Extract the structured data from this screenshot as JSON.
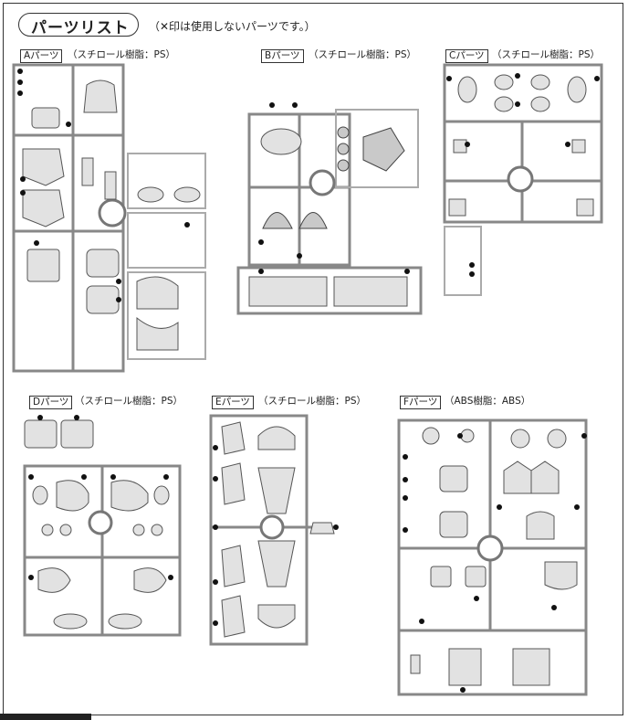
{
  "header": {
    "title": "パーツリスト",
    "note": "（✕印は使用しないパーツです。）"
  },
  "sections": [
    {
      "id": "A",
      "label": "Aパーツ",
      "material": "（スチロール樹脂：PS）"
    },
    {
      "id": "B",
      "label": "Bパーツ",
      "material": "（スチロール樹脂：PS）"
    },
    {
      "id": "C",
      "label": "Cパーツ",
      "material": "（スチロール樹脂：PS）"
    },
    {
      "id": "D",
      "label": "Dパーツ",
      "material": "（スチロール樹脂：PS）"
    },
    {
      "id": "E",
      "label": "Eパーツ",
      "material": "（スチロール樹脂：PS）"
    },
    {
      "id": "F",
      "label": "Fパーツ",
      "material": "（ABS樹脂：ABS）"
    }
  ],
  "icons": {
    "runner": "plastic-runner-frame-drawing",
    "part": "part-number-marker"
  },
  "colors": {
    "rail": "#888888",
    "part": "#e2e2e2",
    "marker": "#111111"
  }
}
